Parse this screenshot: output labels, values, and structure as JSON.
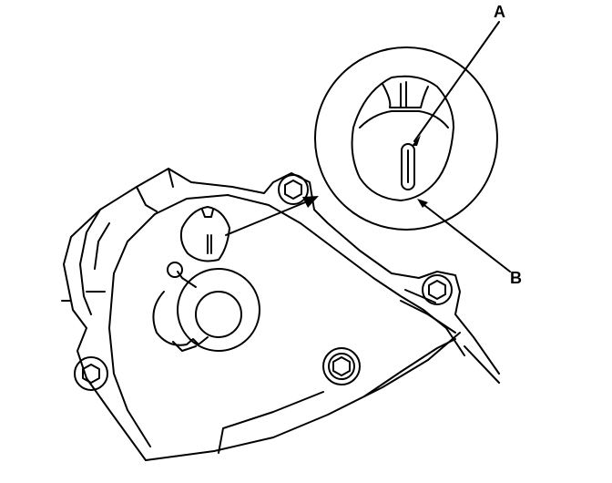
{
  "diagram": {
    "callouts": [
      {
        "id": "A",
        "text": "A"
      },
      {
        "id": "B",
        "text": "B"
      }
    ],
    "colors": {
      "line": "#000000",
      "fill": "#ffffff",
      "shade": "#d9d9d9"
    }
  }
}
